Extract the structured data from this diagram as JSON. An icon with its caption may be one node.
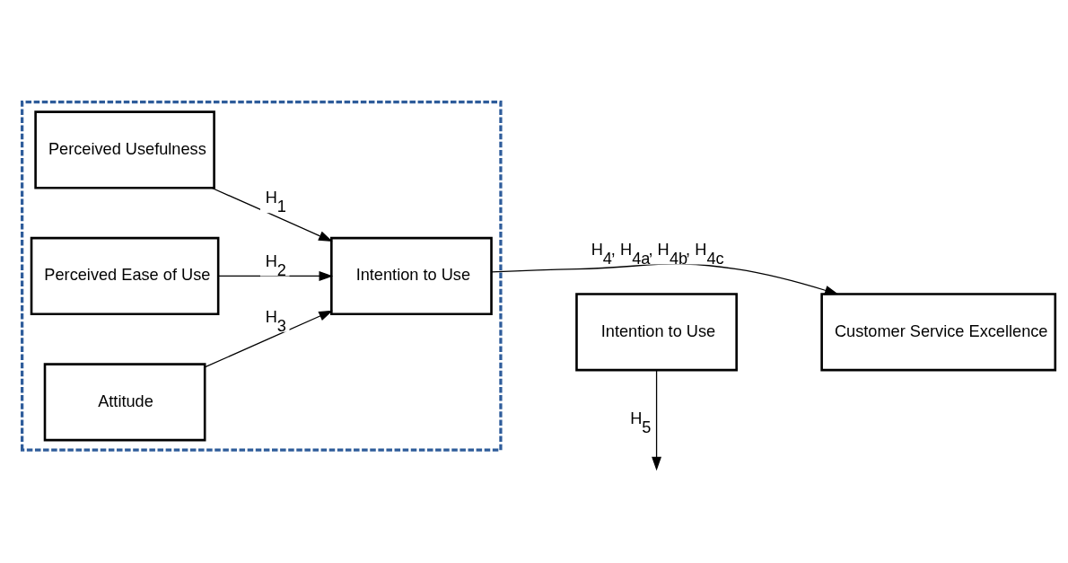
{
  "diagram": {
    "nodes": [
      {
        "text": [],
        "shape": "box"
      },
      {
        "text": [
          "Perceived Usefulness"
        ],
        "in": 0
      },
      {
        "text": [
          "Perceived Ease of Use"
        ],
        "in": 0
      },
      {
        "text": [
          "Attitude"
        ],
        "in": 0
      },
      {
        "text": [
          "Intention to Use"
        ],
        "in": 0
      },
      {
        "text": [
          "Intention to Use"
        ]
      },
      {
        "text": [
          "Customer Service Excellence"
        ]
      }
    ],
    "edges": [
      {
        "from": 1,
        "to": 4,
        "arrow": "to",
        "label": "H$_{1}$"
      },
      {
        "from": 2,
        "to": 4,
        "arrow": "to",
        "label": "H$_{2}$"
      },
      {
        "from": 3,
        "to": 4,
        "arrow": "to",
        "label": "H$_{3}$"
      },
      {
        "from": 4,
        "to": 6,
        "arrow": "to",
        "label": "H$_{4}$, H$_{4a}$, H$_{4b}$, H$_{4c}$"
      },
      {
        "from": 5,
        "to": null,
        "arrow": "to",
        "label": "H$_{5}$"
      }
    ]
  }
}
